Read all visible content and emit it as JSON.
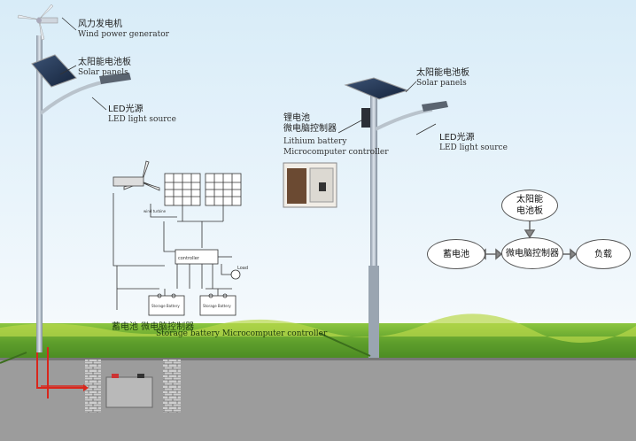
{
  "left_pole": {
    "wind": {
      "cn": "风力发电机",
      "en": "Wind power generator"
    },
    "solar": {
      "cn": "太阳能电池板",
      "en": "Solar panels"
    },
    "led": {
      "cn": "LED光源",
      "en": "LED light source"
    },
    "battery": {
      "cn": "蓄电池 微电脑控制器",
      "en": "Storage battery  Microcomputer controller"
    }
  },
  "right_pole": {
    "solar": {
      "cn": "太阳能电池板",
      "en": "Solar panels"
    },
    "led": {
      "cn": "LED光源",
      "en": "LED light source"
    },
    "controller": {
      "cn_line1": "锂电池",
      "cn_line2": "微电脑控制器",
      "en_line1": "Lithium battery",
      "en_line2": "Microcomputer controller"
    }
  },
  "wiring": {
    "controller": "controller",
    "load": "Load",
    "battery1": "Storage Battery",
    "battery2": "Storage Battery",
    "turbine": "wind turbine"
  },
  "flow": {
    "solar_panel": "太阳能电池板",
    "battery": "蓄电池",
    "controller": "微电脑控制器",
    "load": "负载"
  },
  "colors": {
    "sky": "#d8ecf8",
    "grass": "#6aa534",
    "ground": "#9a9a9a",
    "arrow": "#d9261c"
  }
}
